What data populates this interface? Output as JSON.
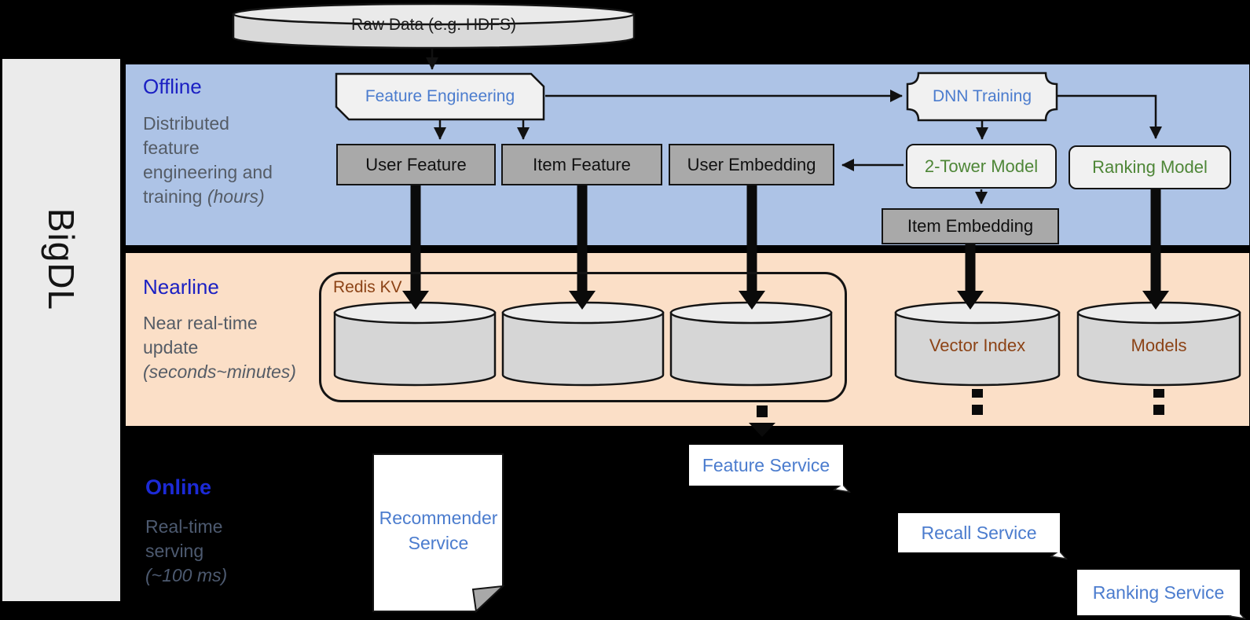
{
  "sidebar": {
    "logo": "BigDL"
  },
  "raw_data_label": "Raw Data (e.g. HDFS)",
  "colors": {
    "offline_band": "#adc3e6",
    "nearline_band": "#fbdfc7",
    "online_background": "#000000",
    "section_title_blue": "#1b20c3",
    "online_title_blue": "#1c2ad6",
    "node_blue_text": "#4b7cce",
    "node_green_text": "#4e8637",
    "node_brown_text": "#8c4316",
    "gray_node_fill": "#a9a9a9",
    "light_node_fill": "#f1f1f1",
    "cylinder_fill": "#d6d6d6",
    "sidebar_fill": "#ebebeb"
  },
  "sections": {
    "offline": {
      "title": "Offline",
      "desc_lines": [
        {
          "t": "Distributed"
        },
        {
          "t": "feature"
        },
        {
          "t": "engineering and"
        },
        {
          "t": "training ",
          "i": "(hours)"
        }
      ]
    },
    "nearline": {
      "title": "Nearline",
      "desc_lines": [
        {
          "t": "Near real-time"
        },
        {
          "t": "update"
        },
        {
          "i": "(seconds~minutes)"
        }
      ]
    },
    "online": {
      "title": "Online",
      "desc_lines": [
        {
          "t": "Real-time"
        },
        {
          "t": "serving"
        },
        {
          "i": "(~100 ms)"
        }
      ]
    }
  },
  "offline_nodes": {
    "feature_engineering": "Feature Engineering",
    "dnn_training": "DNN Training",
    "user_feature": "User Feature",
    "item_feature": "Item Feature",
    "user_embedding": "User Embedding",
    "two_tower_model": "2-Tower Model",
    "ranking_model": "Ranking Model",
    "item_embedding": "Item Embedding"
  },
  "nearline_nodes": {
    "redis_kv": "Redis KV",
    "vector_index": "Vector Index",
    "models": "Models"
  },
  "online_nodes": {
    "recommender_service": "Recommender Service",
    "feature_service": "Feature Service",
    "recall_service": "Recall Service",
    "ranking_service": "Ranking Service"
  }
}
